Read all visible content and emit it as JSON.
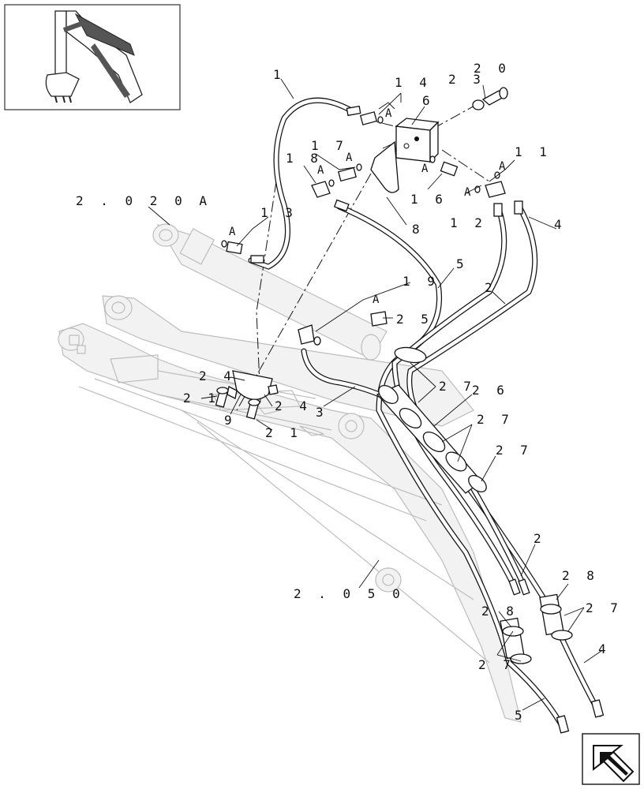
{
  "callouts": {
    "c1": "1",
    "c14": "1 4",
    "c23": "2 3",
    "c20": "2 0",
    "c6": "6",
    "c17": "1 7",
    "c18": "1 8",
    "c11": "1 1",
    "c16": "1 6",
    "c12": "1 2",
    "c4a": "4",
    "c13": "1 3",
    "c8": "8",
    "c5a": "5",
    "c2a": "2",
    "c19": "1 9",
    "c25": "2 5",
    "c24a": "2 4",
    "c21a": "2 1",
    "c9": "9",
    "c24b": "2 4",
    "c21b": "2 1",
    "c3": "3",
    "c27a": "2 7",
    "c26": "2 6",
    "c27b": "2 7",
    "c27c": "2 7",
    "c2b": "2",
    "c28a": "2 8",
    "c27d": "2 7",
    "c28b": "2 8",
    "c27e": "2 7",
    "c4b": "4",
    "c5b": "5"
  },
  "references": {
    "cylinder_ref": "2 . 0 2 0 A",
    "boom_ref": "2 . 0 5 0"
  },
  "ref_markers": [
    "A",
    "A",
    "A",
    "A",
    "A",
    "A",
    "A",
    "A"
  ],
  "thumbnail_icon": "excavator-arm-icon",
  "nav_icon": "next-page-arrow-icon"
}
